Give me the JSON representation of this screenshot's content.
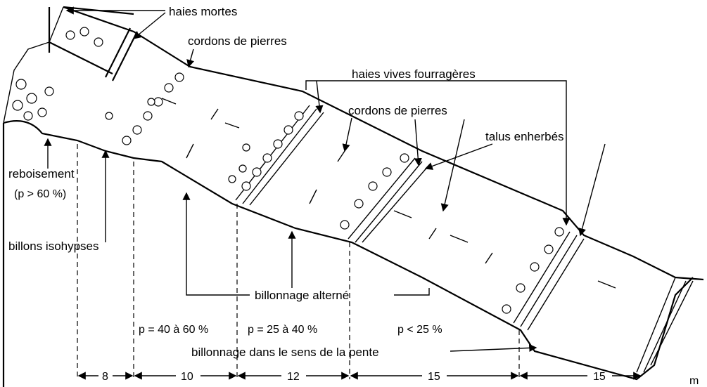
{
  "title_labels": {
    "haies_mortes": "haies mortes",
    "cordons_1": "cordons de pierres",
    "haies_vives": "haies vives fourragères",
    "cordons_2": "cordons de pierres",
    "talus": "talus enherbés",
    "reboisement": "reboisement",
    "reboisement_slope": "(p > 60 %)",
    "billons_isohypses": "billons isohypses",
    "billonnage_alterne": "billonnage alterné",
    "billonnage_pente": "billonnage dans le sens de la pente"
  },
  "slopes": [
    "p = 40 à 60 %",
    "p = 25 à 40 %",
    "p < 25 %"
  ],
  "scale": {
    "segments": [
      "8",
      "10",
      "12",
      "15",
      "15"
    ],
    "unit": "m"
  }
}
